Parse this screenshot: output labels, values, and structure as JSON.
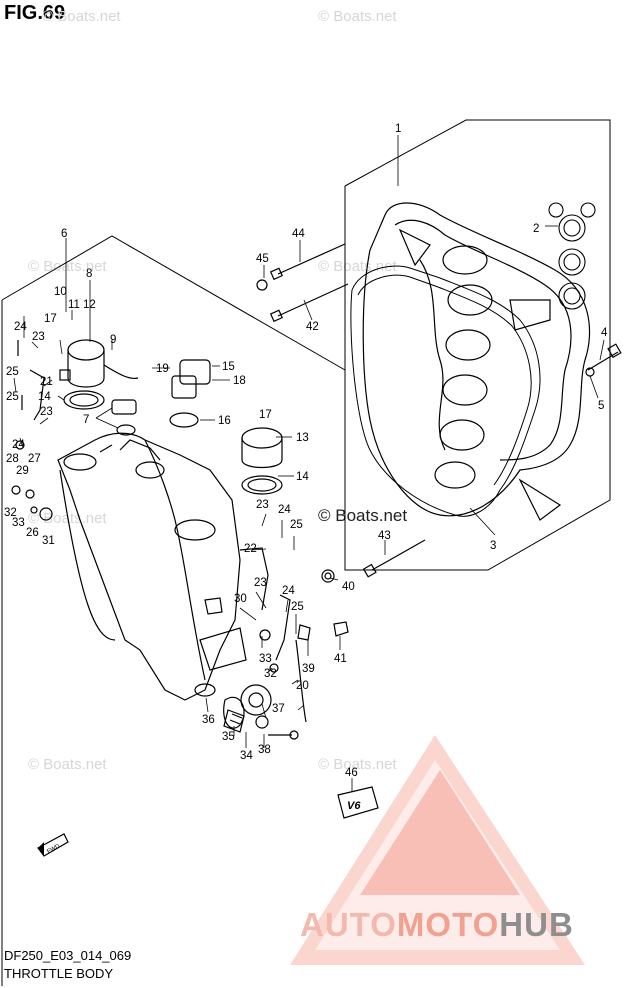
{
  "figure": {
    "title": "FIG.69",
    "code": "DF250_E03_014_069",
    "name": "THROTTLE BODY",
    "fwd_label": "FWD",
    "emblem_text": "V6"
  },
  "watermark": {
    "text": "© Boats.net"
  },
  "logo": {
    "part1": "AUTO",
    "part2": "MOTO",
    "part3": "HUB",
    "colors": {
      "triangle": "#f08a78",
      "text_light": "#f4b9ad",
      "text_mid": "#f2a08f",
      "text_dark": "#8e8e8e"
    }
  },
  "callouts": {
    "c1": "1",
    "c2": "2",
    "c3": "3",
    "c4": "4",
    "c5": "5",
    "c6": "6",
    "c7": "7",
    "c8": "8",
    "c9": "9",
    "c10": "10",
    "c11": "11",
    "c12": "12",
    "c13": "13",
    "c14a": "14",
    "c14b": "14",
    "c15": "15",
    "c16": "16",
    "c17a": "17",
    "c17b": "17",
    "c18": "18",
    "c19": "19",
    "c20": "20",
    "c21": "21",
    "c22": "22",
    "c23a": "23",
    "c23b": "23",
    "c23c": "23",
    "c23d": "23",
    "c24a": "24",
    "c24b": "24",
    "c24c": "24",
    "c24d": "24",
    "c25a": "25",
    "c25b": "25",
    "c25c": "25",
    "c25d": "25",
    "c26": "26",
    "c27": "27",
    "c28": "28",
    "c29": "29",
    "c30": "30",
    "c31": "31",
    "c32a": "32",
    "c32b": "32",
    "c33a": "33",
    "c33b": "33",
    "c34": "34",
    "c35": "35",
    "c36": "36",
    "c37": "37",
    "c38": "38",
    "c39": "39",
    "c40": "40",
    "c41": "41",
    "c42": "42",
    "c43": "43",
    "c44": "44",
    "c45": "45",
    "c46": "46"
  }
}
